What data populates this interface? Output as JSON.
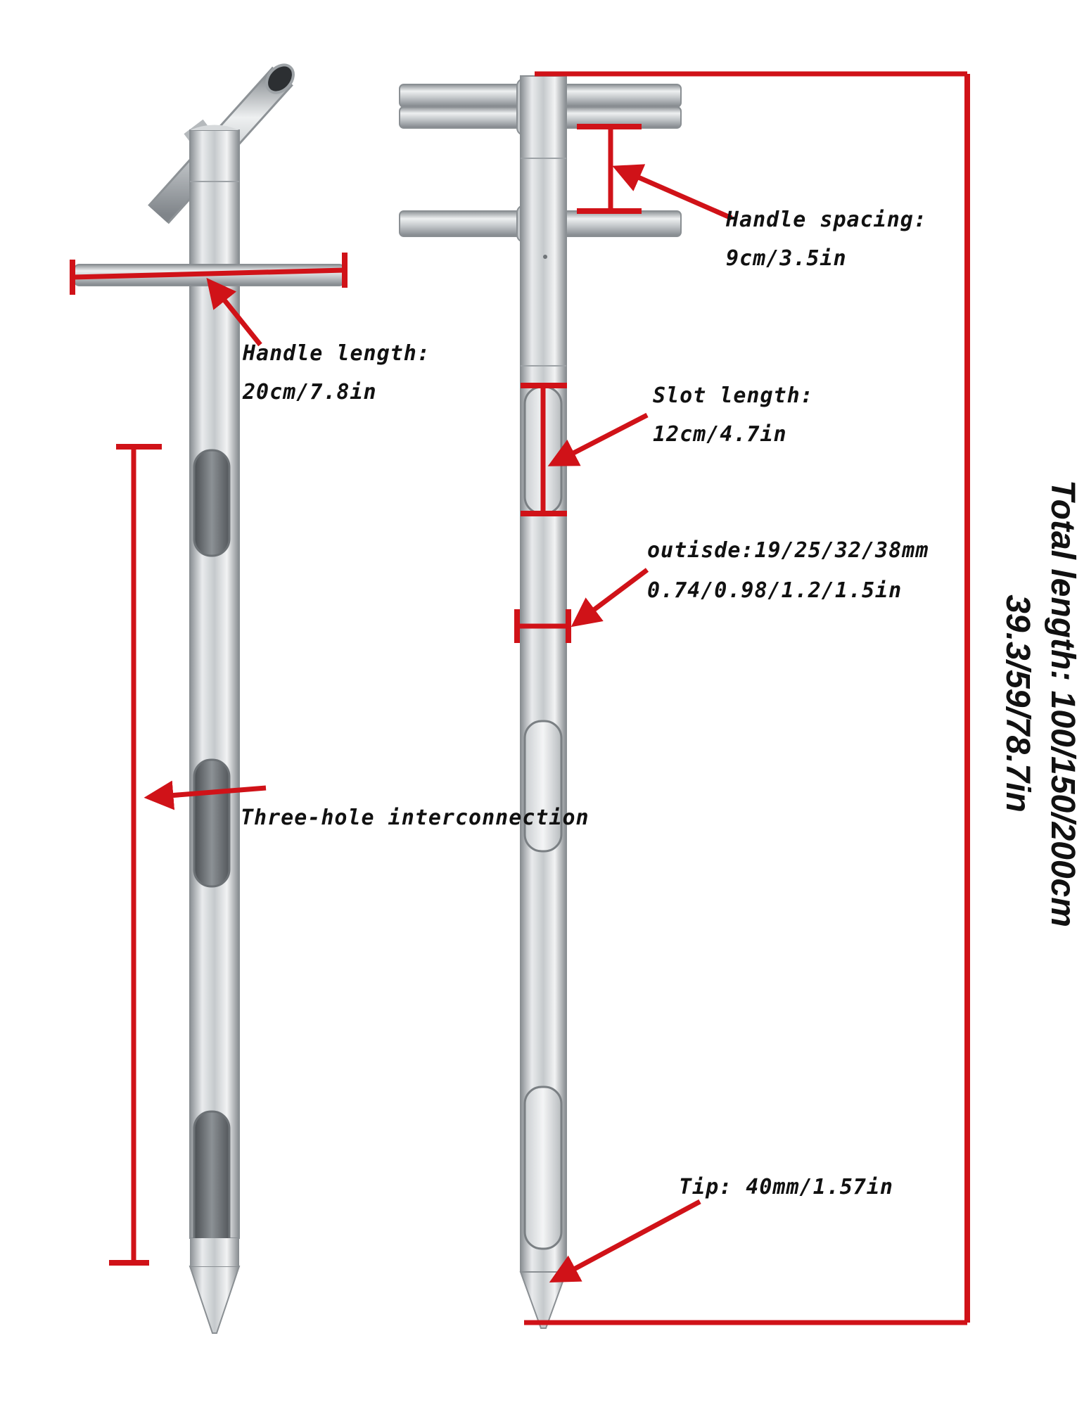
{
  "colors": {
    "marker": "#d01218",
    "steel_light": "#e8eaec",
    "steel_mid": "#b9bdc1",
    "steel_dark": "#7d8286",
    "slot_dark": "#55595d",
    "text": "#111111"
  },
  "labels": {
    "handle_length": {
      "title": "Handle length:",
      "value": "20cm/7.8in"
    },
    "handle_spacing": {
      "title": "Handle spacing:",
      "value": "9cm/3.5in"
    },
    "slot_length": {
      "title": "Slot length:",
      "value": "12cm/4.7in"
    },
    "outside": {
      "title": "outisde:19/25/32/38mm",
      "value": "0.74/0.98/1.2/1.5in"
    },
    "interconnection": {
      "title": "Three-hole interconnection"
    },
    "tip": {
      "title": "Tip: 40mm/1.57in"
    },
    "total_length": {
      "line1": "Total length: 100/150/200cm",
      "line2": "39.3/59/78.7in"
    }
  }
}
